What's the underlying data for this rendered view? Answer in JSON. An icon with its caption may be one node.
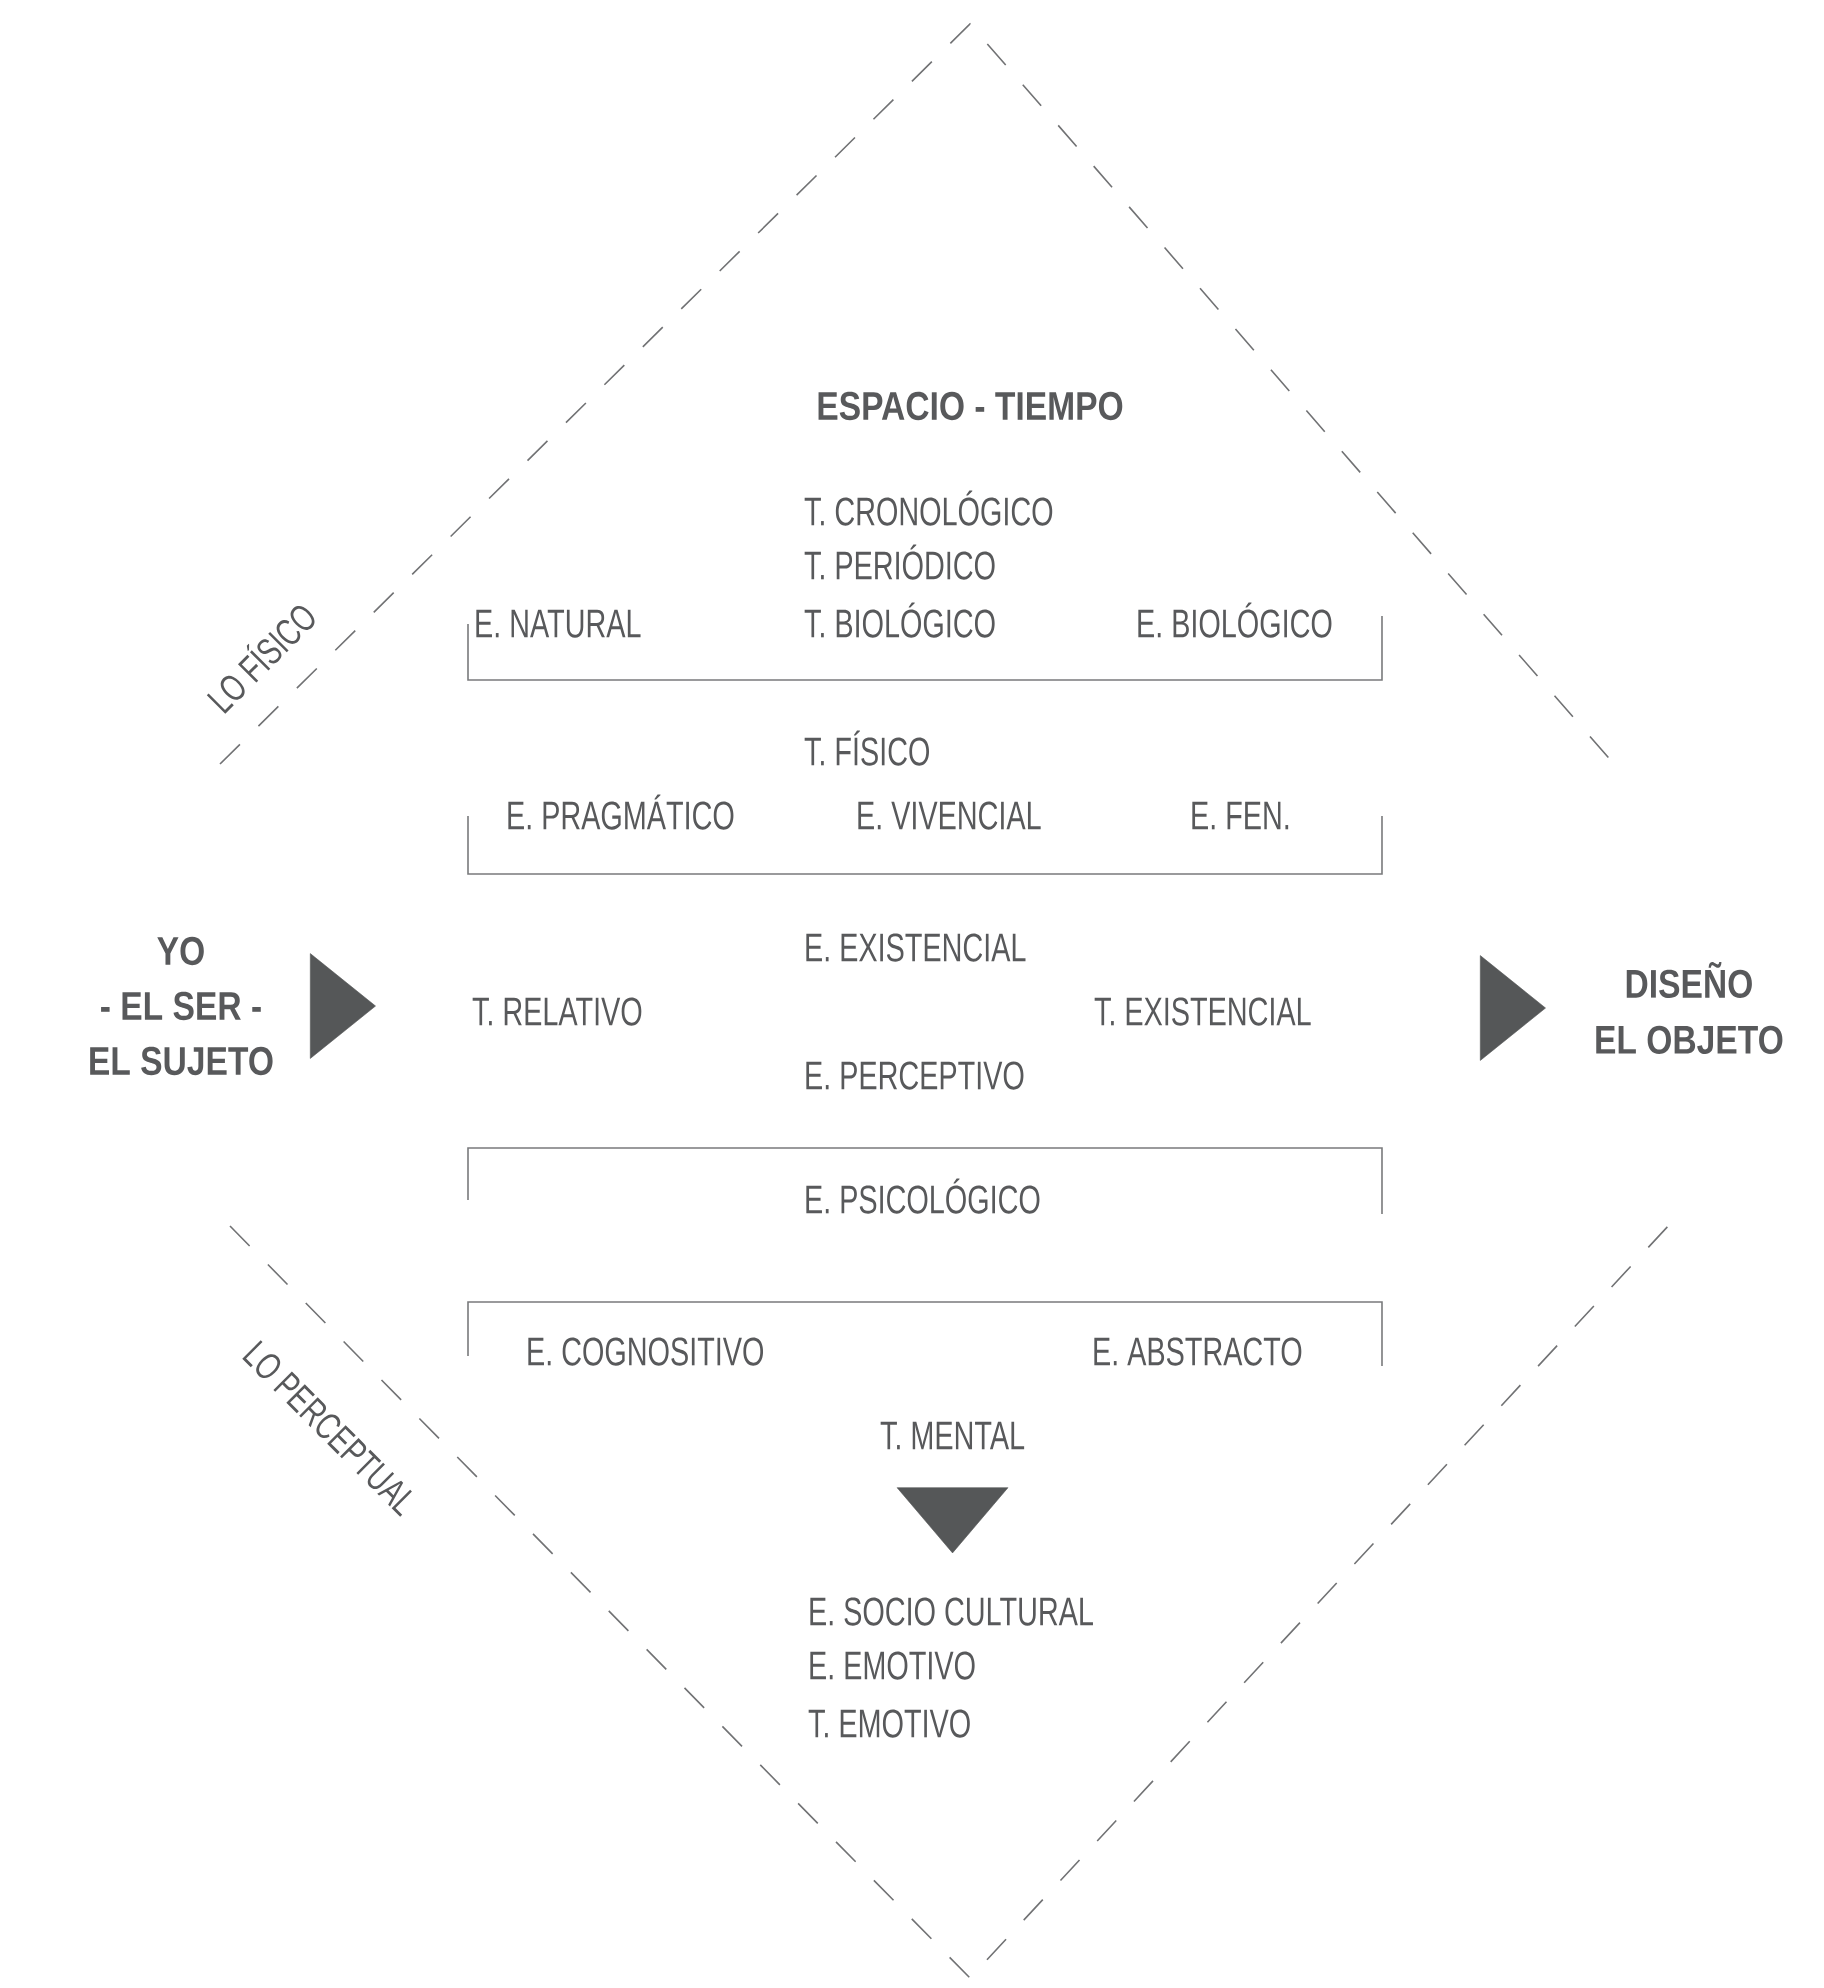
{
  "diagram": {
    "nodes": [
      {
        "text": [
          "YO",
          "- EL SER -",
          "EL SUJETO"
        ]
      },
      {
        "text": [
          "DISEÑO",
          "EL OBJETO"
        ]
      },
      {
        "text": [
          "T. MENTAL"
        ]
      },
      {
        "text": [
          "E. SOCIO CULTURAL"
        ]
      }
    ],
    "edges": [
      {
        "from": 0,
        "to": null,
        "arrow": "to"
      },
      {
        "from": null,
        "to": 1,
        "arrow": "to"
      },
      {
        "from": 2,
        "to": 3,
        "arrow": "to"
      }
    ],
    "labels": [
      "ESPACIO - TIEMPO",
      "T. CRONOLÓGICO",
      "T. PERIÓDICO",
      "E. NATURAL",
      "T. BIOLÓGICO",
      "E. BIOLÓGICO",
      "LO FÍSICO",
      "T. FÍSICO",
      "E. PRAGMÁTICO",
      "E. VIVENCIAL",
      "E. FEN.",
      "E. EXISTENCIAL",
      "T. RELATIVO",
      "T. EXISTENCIAL",
      "E. PERCEPTIVO",
      "E. PSICOLÓGICO",
      "E. COGNOSITIVO",
      "E. ABSTRACTO",
      "LO PERCEPTUAL",
      "E. EMOTIVO",
      "T. EMOTIVO"
    ]
  }
}
